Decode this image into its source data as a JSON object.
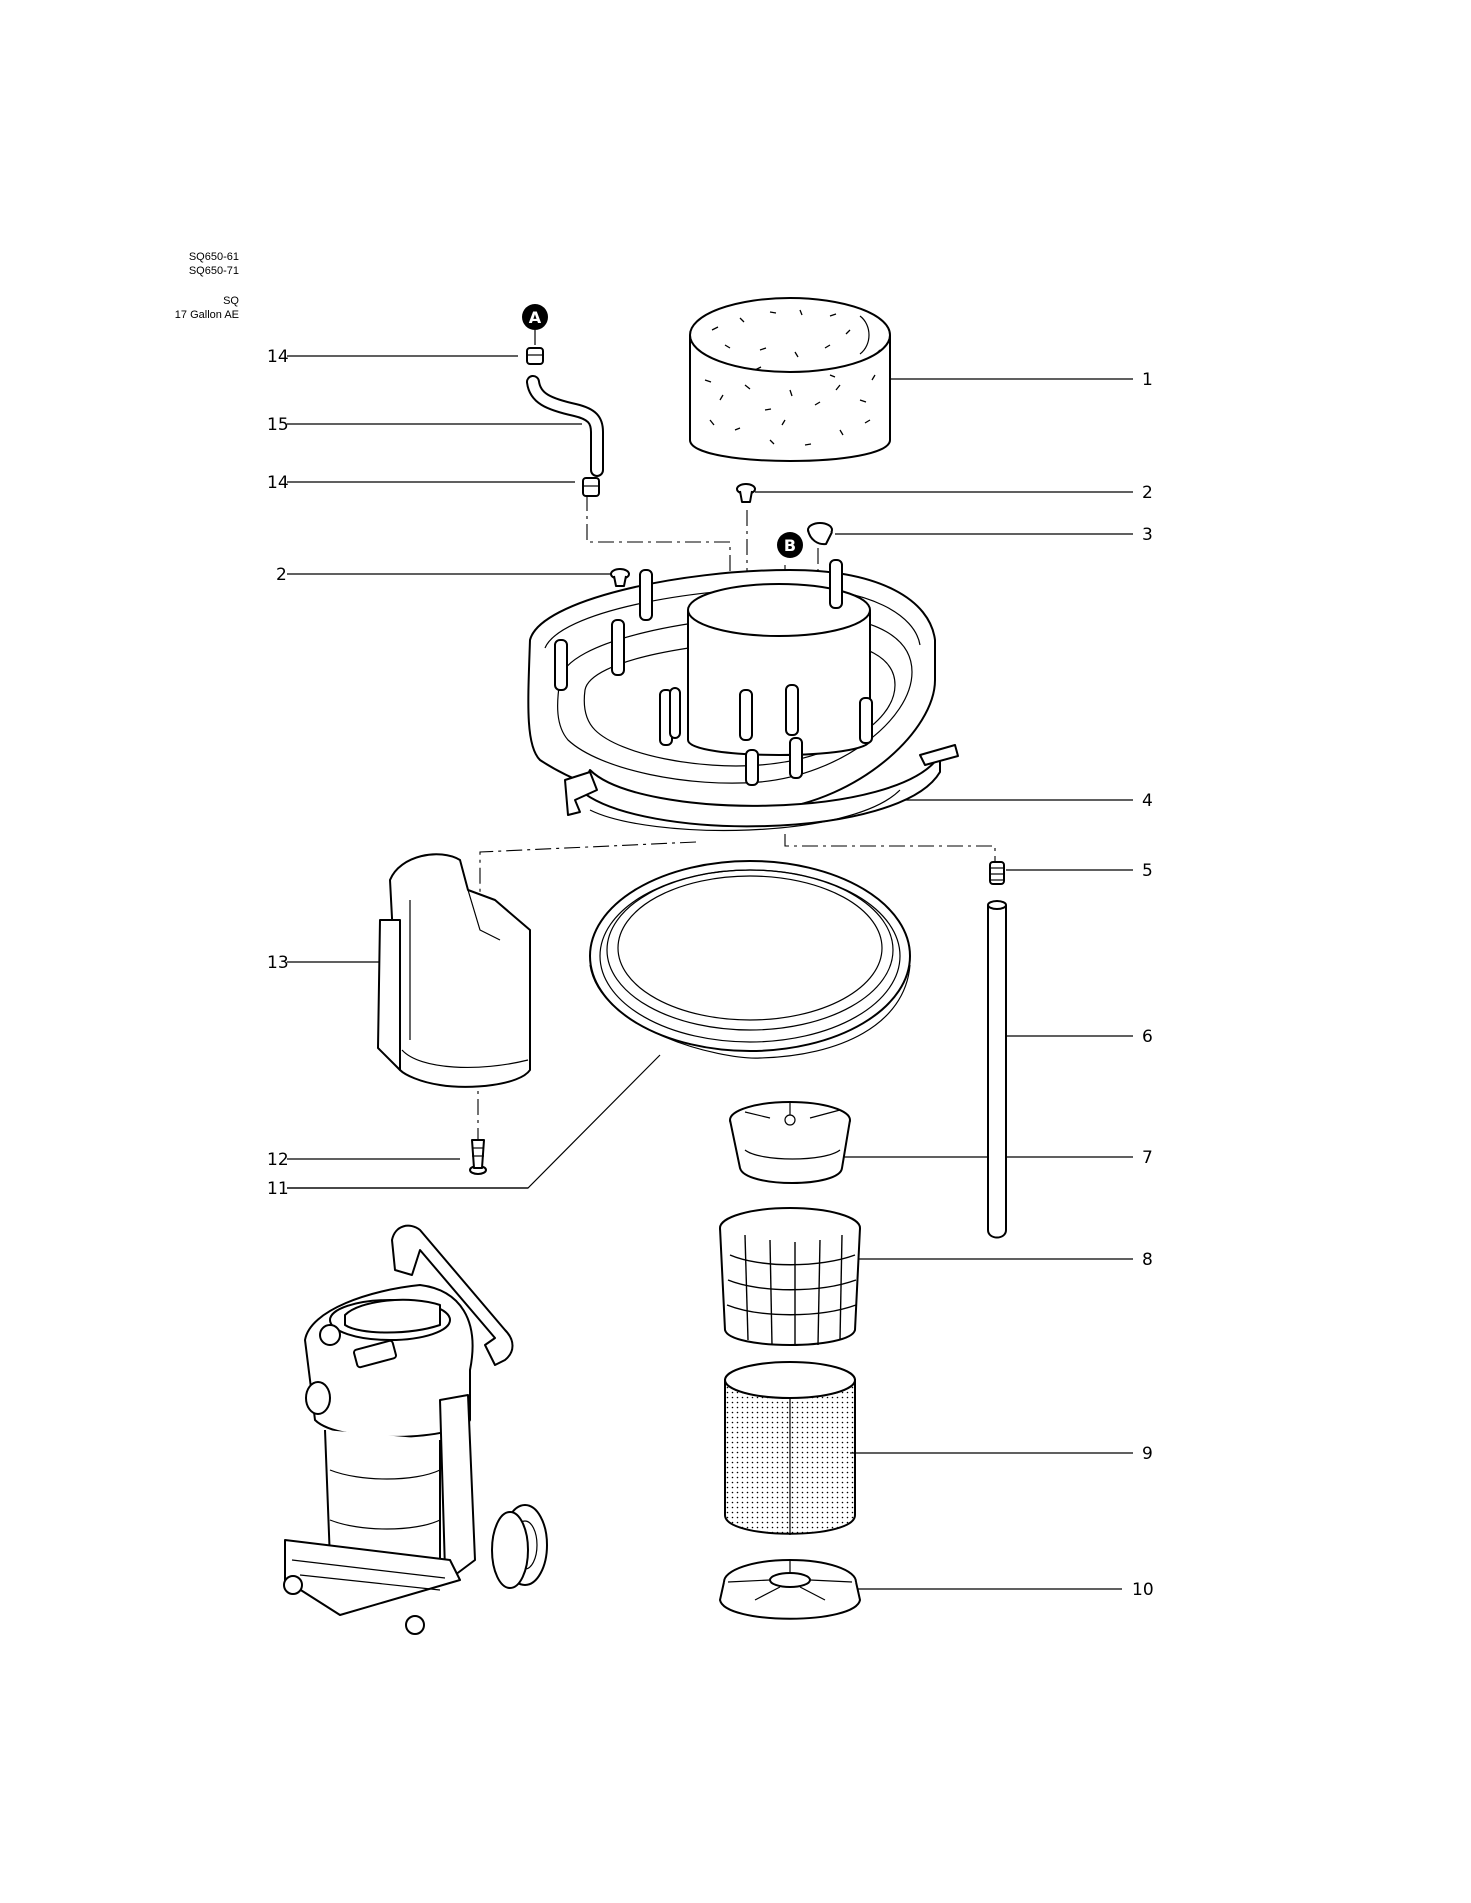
{
  "header": {
    "models": [
      "SQ650-61",
      "SQ650-71"
    ],
    "series": "SQ",
    "description": "17 Gallon AE"
  },
  "markers": [
    {
      "id": "A",
      "label": "A"
    },
    {
      "id": "B",
      "label": "B"
    }
  ],
  "callouts": [
    "1",
    "2",
    "3",
    "4",
    "5",
    "6",
    "7",
    "8",
    "9",
    "10",
    "11",
    "12",
    "13",
    "14",
    "15",
    "2",
    "14"
  ]
}
